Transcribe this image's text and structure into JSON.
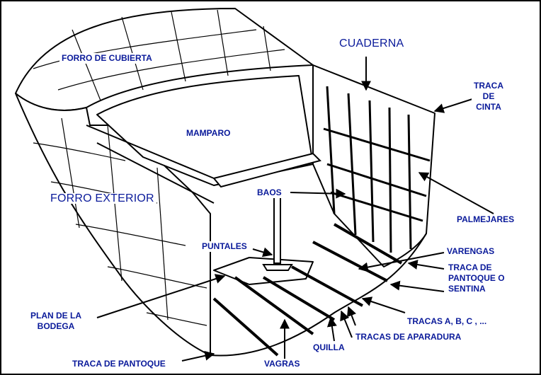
{
  "labels": {
    "forro_cubierta": "FORRO DE CUBIERTA",
    "cuaderna": "CUADERNA",
    "traca_cinta": [
      "TRACA",
      "DE",
      "CINTA"
    ],
    "mamparo": "MAMPARO",
    "forro_exterior": "FORRO EXTERIOR",
    "baos": "BAOS",
    "palmejares": "PALMEJARES",
    "puntales": "PUNTALES",
    "varengas": "VARENGAS",
    "traca_pantoque_sentina": [
      "TRACA DE",
      "PANTOQUE O",
      "SENTINA"
    ],
    "plan_bodega": [
      "PLAN DE LA",
      "BODEGA"
    ],
    "tracas_abc": "TRACAS A, B, C , ...",
    "tracas_aparadura": "TRACAS DE APARADURA",
    "quilla": "QUILLA",
    "traca_pantoque": "TRACA DE PANTOQUE",
    "vagras": "VAGRAS"
  },
  "colors": {
    "label_text": "#0a1a9a",
    "ink": "#000000",
    "paper": "#ffffff"
  }
}
